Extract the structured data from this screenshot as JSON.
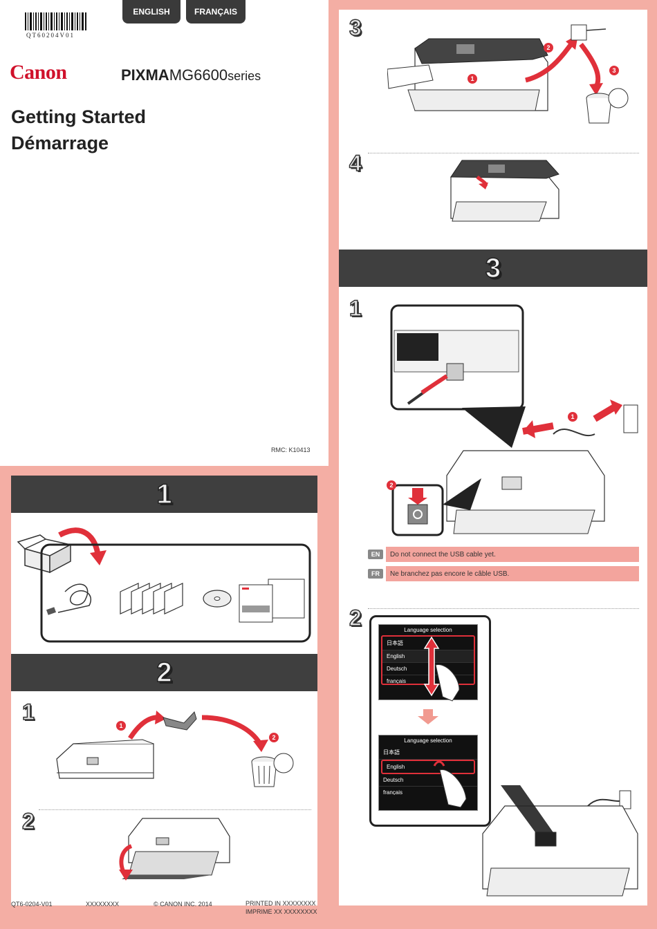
{
  "barcode_text": "QT60204V01",
  "tabs": [
    "ENGLISH",
    "FRANÇAIS"
  ],
  "brand": "Canon",
  "product": {
    "prefix": "PIXMA",
    "model": "MG6600",
    "suffix": "series"
  },
  "title": {
    "line1": "Getting Started",
    "line2": "Démarrage"
  },
  "rmc": "RMC: K10413",
  "sections": {
    "s1": "1",
    "s2": "2",
    "s3": "3"
  },
  "steps": {
    "s2_step1": "1",
    "s2_step2": "2",
    "s2_step3": "3",
    "s2_step4": "4",
    "s3_step1": "1",
    "s3_step2": "2"
  },
  "badges": [
    "1",
    "2",
    "3"
  ],
  "notes": [
    {
      "tag": "EN",
      "text": "Do not connect the USB cable yet."
    },
    {
      "tag": "FR",
      "text": "Ne branchez pas encore le câble USB."
    }
  ],
  "language_screen": {
    "header": "Language selection",
    "items": [
      "日本語",
      "English",
      "Deutsch",
      "français"
    ]
  },
  "footer": {
    "code": "QT6-0204-V01",
    "xx": "XXXXXXXX",
    "copyright": "© CANON INC. 2014",
    "printed_line1": "PRINTED IN XXXXXXXX",
    "printed_line2": "IMPRIME XX XXXXXXXX"
  },
  "colors": {
    "accent": "#e0303a",
    "background": "#f4aea4",
    "bar": "#3f3f3f"
  }
}
